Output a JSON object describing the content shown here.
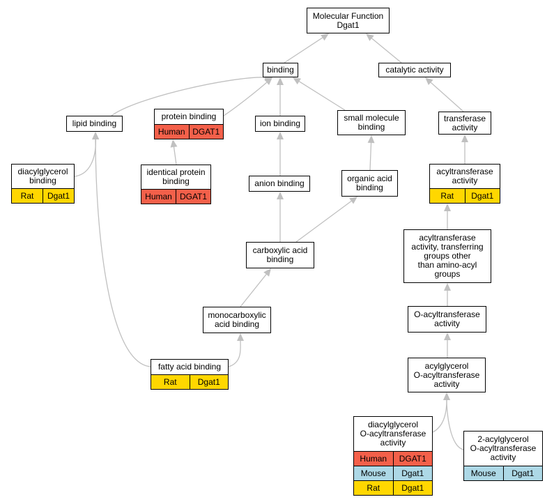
{
  "nodes": {
    "mf": {
      "label": "Molecular Function\nDgat1"
    },
    "bind": {
      "label": "binding"
    },
    "cat": {
      "label": "catalytic activity"
    },
    "lip": {
      "label": "lipid binding"
    },
    "prot": {
      "label": "protein binding",
      "rows": [
        [
          "Human",
          "DGAT1"
        ]
      ]
    },
    "ion": {
      "label": "ion binding"
    },
    "smol": {
      "label": "small molecule\nbinding"
    },
    "tran": {
      "label": "transferase\nactivity"
    },
    "diac": {
      "label": "diacylglycerol\nbinding",
      "rows": [
        [
          "Rat",
          "Dgat1"
        ]
      ]
    },
    "iden": {
      "label": "identical protein\nbinding",
      "rows": [
        [
          "Human",
          "DGAT1"
        ]
      ]
    },
    "anio": {
      "label": "anion binding"
    },
    "orga": {
      "label": "organic acid\nbinding"
    },
    "acyl": {
      "label": "acyltransferase\nactivity",
      "rows": [
        [
          "Rat",
          "Dgat1"
        ]
      ]
    },
    "carb": {
      "label": "carboxylic acid\nbinding"
    },
    "acyg": {
      "label": "acyltransferase\nactivity, transferring\ngroups other\nthan amino-acyl\ngroups"
    },
    "mono": {
      "label": "monocarboxylic\nacid binding"
    },
    "oacy": {
      "label": "O-acyltransferase\nactivity"
    },
    "fatt": {
      "label": "fatty acid binding",
      "rows": [
        [
          "Rat",
          "Dgat1"
        ]
      ]
    },
    "aglo": {
      "label": "acylglycerol\nO-acyltransferase\nactivity"
    },
    "dgao": {
      "label": "diacylglycerol\nO-acyltransferase\nactivity",
      "rows": [
        [
          "Human",
          "DGAT1"
        ],
        [
          "Mouse",
          "Dgat1"
        ],
        [
          "Rat",
          "Dgat1"
        ]
      ]
    },
    "twoa": {
      "label": "2-acylglycerol\nO-acyltransferase\nactivity",
      "rows": [
        [
          "Mouse",
          "Dgat1"
        ]
      ]
    }
  },
  "edges": [
    [
      "bind",
      "mf"
    ],
    [
      "cat",
      "mf"
    ],
    [
      "lip",
      "bind"
    ],
    [
      "prot",
      "bind"
    ],
    [
      "ion",
      "bind"
    ],
    [
      "smol",
      "bind"
    ],
    [
      "tran",
      "cat"
    ],
    [
      "diac",
      "lip"
    ],
    [
      "iden",
      "prot"
    ],
    [
      "anio",
      "ion"
    ],
    [
      "orga",
      "smol"
    ],
    [
      "acyl",
      "tran"
    ],
    [
      "carb",
      "anio"
    ],
    [
      "carb",
      "orga"
    ],
    [
      "acyg",
      "acyl"
    ],
    [
      "mono",
      "carb"
    ],
    [
      "oacy",
      "acyg"
    ],
    [
      "fatt",
      "mono"
    ],
    [
      "fatt",
      "lip"
    ],
    [
      "aglo",
      "oacy"
    ],
    [
      "dgao",
      "aglo"
    ],
    [
      "twoa",
      "aglo"
    ]
  ],
  "colors": {
    "edge": "#c0c0c0",
    "Human": "#f4604a",
    "Mouse": "#add8e6",
    "Rat": "#ffd700"
  }
}
